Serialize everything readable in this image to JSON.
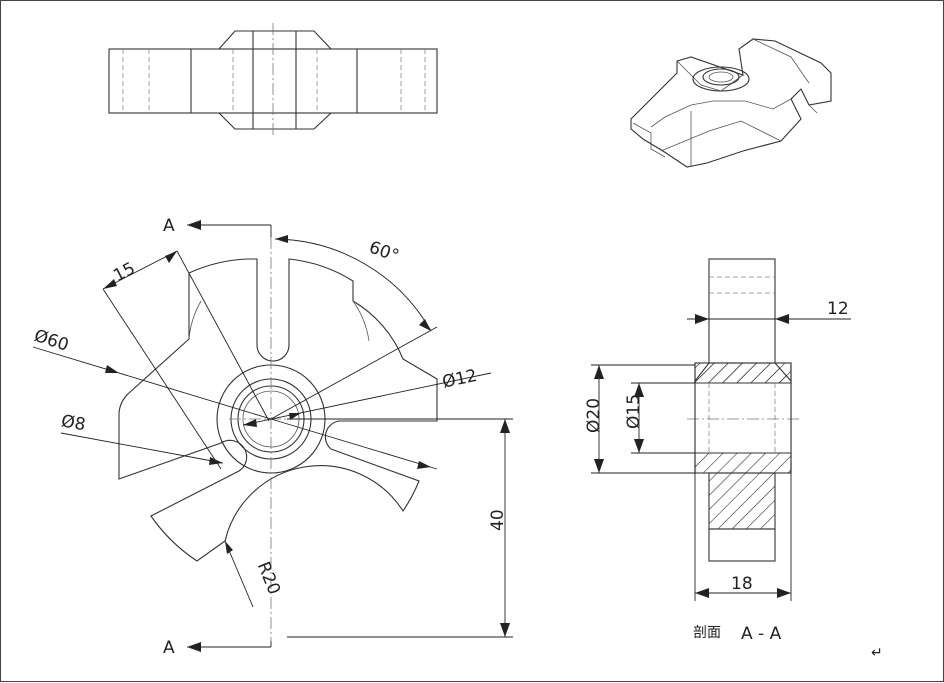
{
  "labels": {
    "section_letter_top": "A",
    "section_letter_bottom": "A",
    "dim_15_front": "15",
    "dim_angle": "60°",
    "dim_dia60": "Ø60",
    "dim_dia12": "Ø12",
    "dim_dia8": "Ø8",
    "dim_r20": "R20",
    "dim_40": "40",
    "dim_12": "12",
    "dim_dia20": "Ø20",
    "dim_dia15": "Ø15",
    "dim_18": "18",
    "section_caption_cjk": "剖面",
    "section_caption_name": "A - A",
    "return_mark": "↵"
  }
}
